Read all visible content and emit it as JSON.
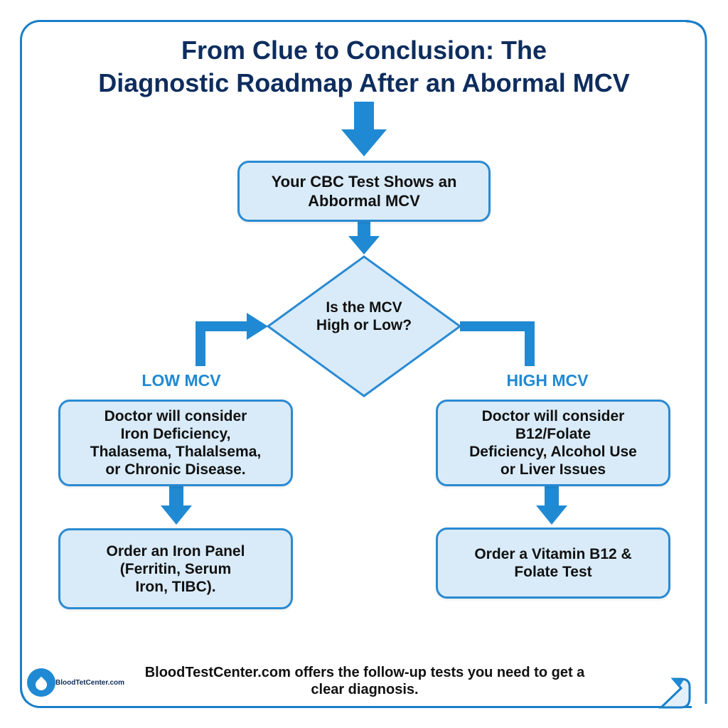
{
  "title": {
    "line1": "From Clue to Conclusion: The",
    "line2": "Diagnostic Roadmap After an Abormal MCV"
  },
  "colors": {
    "accent": "#1f8ad3",
    "title": "#0e2d5e",
    "box_fill": "#d9ebf8",
    "box_border": "#2a8ad2"
  },
  "flow": {
    "start": {
      "line1": "Your CBC Test Shows an",
      "line2": "Abbormal MCV"
    },
    "decision": {
      "line1": "Is the MCV",
      "line2": "High or Low?"
    },
    "low": {
      "label": "LOW MCV",
      "consider": [
        "Doctor will consider",
        "Iron Deficiency,",
        "Thalasema, Thalalsema,",
        "or Chronic Disease."
      ],
      "order": [
        "Order an Iron Panel",
        "(Ferritin, Serum",
        "Iron, TIBC)."
      ]
    },
    "high": {
      "label": "HIGH MCV",
      "consider": [
        "Doctor will consider",
        "B12/Folate",
        "Deficiency, Alcohol Use",
        "or Liver Issues"
      ],
      "order": [
        "Order a Vitamin B12 &",
        "Folate Test"
      ]
    }
  },
  "footer": {
    "logo_text": "BloodTetCenter.com",
    "logo_icon": "blood-drop-icon",
    "line1": "BloodTestCenter.com offers the follow-up tests you need to get a",
    "line2": "clear diagnosis."
  }
}
